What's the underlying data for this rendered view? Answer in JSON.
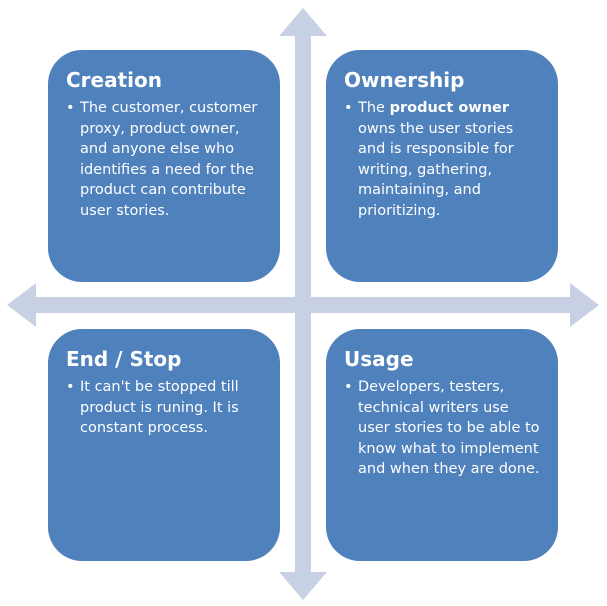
{
  "colors": {
    "box_fill": "#4f81bd",
    "arrow_fill": "#c8d1e3",
    "text": "#ffffff"
  },
  "quadrants": [
    {
      "title": "Creation",
      "bullets": [
        "The customer, customer proxy, product owner, and anyone else who identifies a need for the product can contribute user stories."
      ]
    },
    {
      "title": "Ownership",
      "bullet": {
        "prefix": "The ",
        "bold": "product owner",
        "suffix": " owns the user stories and is responsible for writing, gathering, maintaining, and prioritizing."
      }
    },
    {
      "title": "End / Stop",
      "bullets": [
        "It can't be stopped till product is runing. It is constant process."
      ]
    },
    {
      "title": "Usage",
      "bullets": [
        "Developers, testers, technical writers use user stories to be able to know what to implement and when they are done."
      ]
    }
  ]
}
